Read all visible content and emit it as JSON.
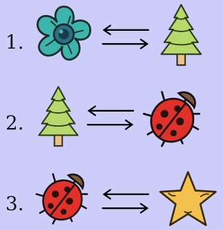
{
  "rows": [
    {
      "number": "1.",
      "left": "flower",
      "right": "tree"
    },
    {
      "number": "2.",
      "left": "tree",
      "right": "ladybug"
    },
    {
      "number": "3.",
      "left": "ladybug",
      "right": "star"
    }
  ],
  "colors": {
    "background": "#cccdf8",
    "flower": "#3cb6ad",
    "tree": "#b7d96c",
    "ladybug": "#e0312b",
    "star": "#f2c14e"
  }
}
